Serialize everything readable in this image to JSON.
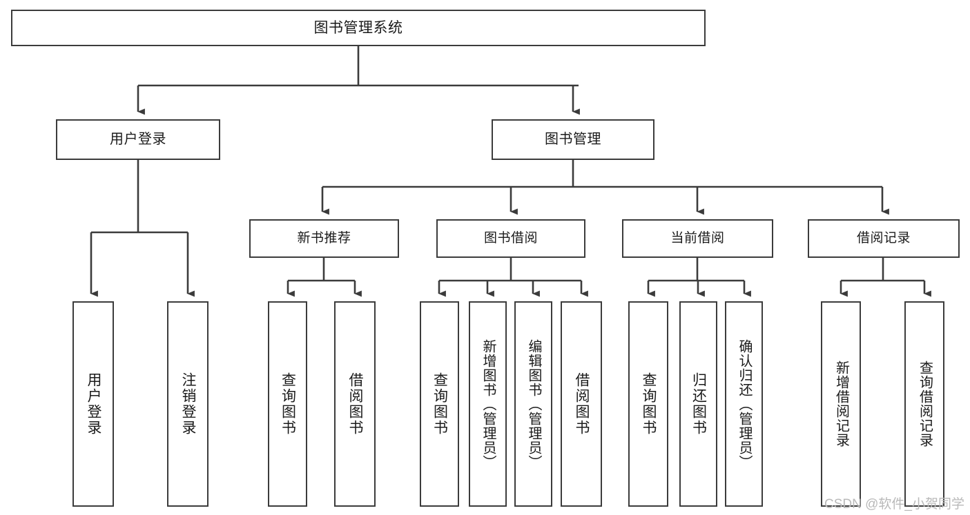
{
  "diagram": {
    "title": "图书管理系统",
    "type": "hierarchy-tree",
    "watermark": "CSDN @软件_小贺同学",
    "colors": {
      "border": "#3b3b3b",
      "node_fill": "#ffffff",
      "connector": "#3b3b3b",
      "text": "#1a1a1a",
      "watermark": "#b9b9b9",
      "background": "#ffffff"
    },
    "root": {
      "label": "图书管理系统"
    },
    "level2": [
      {
        "label": "用户登录"
      },
      {
        "label": "图书管理"
      }
    ],
    "level3": [
      {
        "label": "新书推荐",
        "parent": "图书管理"
      },
      {
        "label": "图书借阅",
        "parent": "图书管理"
      },
      {
        "label": "当前借阅",
        "parent": "图书管理"
      },
      {
        "label": "借阅记录",
        "parent": "图书管理"
      }
    ],
    "leaves": [
      {
        "label": "用户登录",
        "parent": "用户登录"
      },
      {
        "label": "注销登录",
        "parent": "用户登录"
      },
      {
        "label": "查询图书",
        "parent": "新书推荐"
      },
      {
        "label": "借阅图书",
        "parent": "新书推荐"
      },
      {
        "label": "查询图书",
        "parent": "图书借阅"
      },
      {
        "label": "新增图书（管理员）",
        "parent": "图书借阅"
      },
      {
        "label": "编辑图书（管理员）",
        "parent": "图书借阅"
      },
      {
        "label": "借阅图书",
        "parent": "图书借阅"
      },
      {
        "label": "查询图书",
        "parent": "当前借阅"
      },
      {
        "label": "归还图书",
        "parent": "当前借阅"
      },
      {
        "label": "确认归还（管理员）",
        "parent": "当前借阅"
      },
      {
        "label": "新增借阅记录",
        "parent": "借阅记录"
      },
      {
        "label": "查询借阅记录",
        "parent": "借阅记录"
      }
    ]
  }
}
